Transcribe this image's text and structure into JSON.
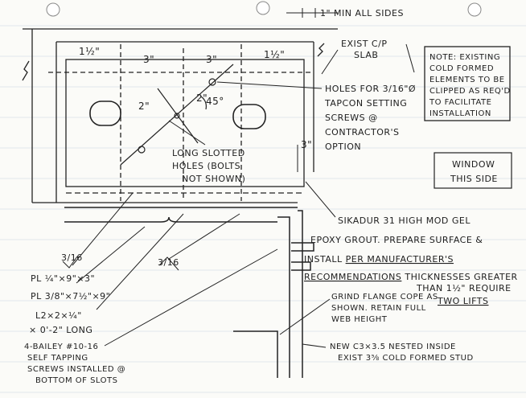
{
  "dims": {
    "top_edge": "1\" MIN ALL SIDES",
    "d1": "1½\"",
    "d2": "3\"",
    "d3": "3\"",
    "d4": "1½\"",
    "d_side": "3\"",
    "d_hole_spacing": "2\"",
    "d_angle": "45°",
    "d_angle_leg": "2\""
  },
  "callouts": {
    "exist_slab_1": "EXIST C/P",
    "exist_slab_2": "SLAB",
    "holes_1": "HOLES FOR 3/16\"Ø",
    "holes_2": "TAPCON SETTING",
    "holes_3": "SCREWS @",
    "holes_4": "CONTRACTOR'S",
    "holes_5": "OPTION",
    "slotted_1": "LONG SLOTTED",
    "slotted_2": "HOLES (BOLTS",
    "slotted_3": "NOT SHOWN)",
    "note_1": "NOTE: EXISTING",
    "note_2": "COLD FORMED",
    "note_3": "ELEMENTS TO BE",
    "note_4": "CLIPPED AS REQ'D",
    "note_5": "TO FACILITATE",
    "note_6": "INSTALLATION",
    "window_1": "WINDOW",
    "window_2": "THIS SIDE",
    "epoxy_1": "SIKADUR 31 HIGH MOD GEL",
    "epoxy_2": "EPOXY GROUT. PREPARE SURFACE &",
    "epoxy_3a": "INSTALL ",
    "epoxy_3b": "PER MANUFACTURER'S",
    "epoxy_4a": "RECOMMENDATIONS",
    "epoxy_4b": " THICKNESSES GREATER",
    "epoxy_5": "THAN 1½\" REQUIRE",
    "epoxy_6": "TWO LIFTS",
    "grind_1": "GRIND FLANGE COPE AS",
    "grind_2": "SHOWN. RETAIN FULL",
    "grind_3": "WEB HEIGHT",
    "c3_1": "NEW C3×3.5 NESTED INSIDE",
    "c3_2": "EXIST 3⅝ COLD FORMED STUD",
    "weld_1": "3/16",
    "weld_2": "3/16",
    "plate_1": "PL ¼\"×9\"×3\"",
    "plate_2": "PL 3/8\"×7½\"×9\"",
    "angle_1": "L2×2×¼\"",
    "angle_2": "× 0'-2\" LONG",
    "bailey_1": "4-BAILEY #10-16",
    "bailey_2": "SELF TAPPING",
    "bailey_3": "SCREWS INSTALLED @",
    "bailey_4": "BOTTOM OF SLOTS"
  }
}
